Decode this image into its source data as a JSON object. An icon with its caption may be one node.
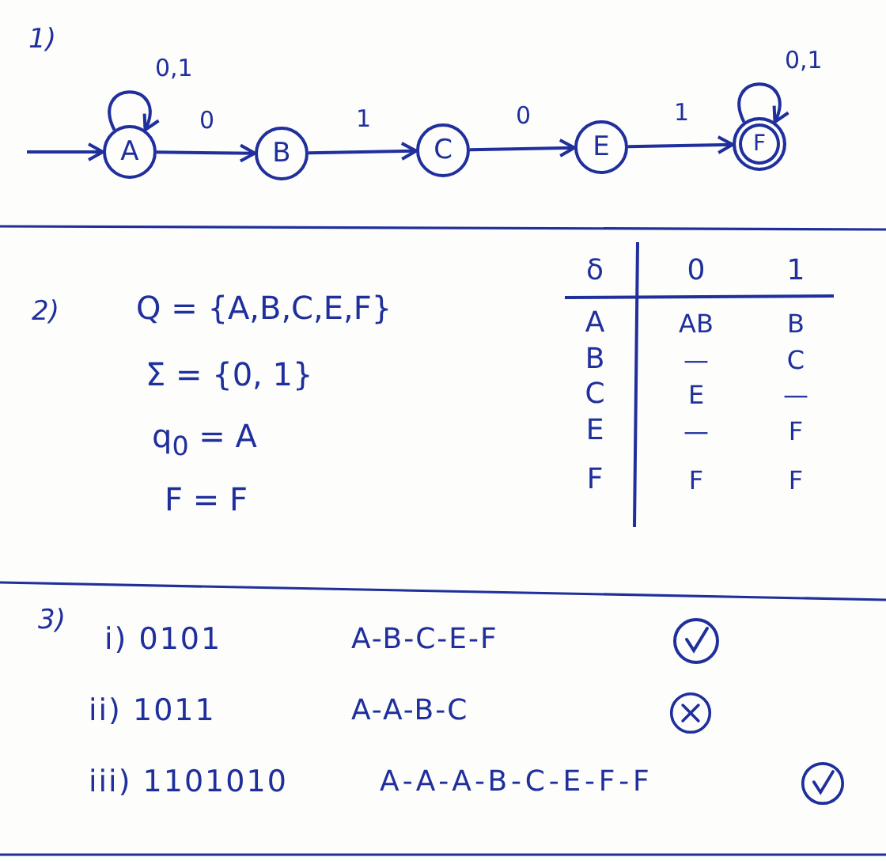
{
  "diagram": {
    "nodes": [
      {
        "text": [
          "A"
        ]
      },
      {
        "text": [
          "B"
        ]
      },
      {
        "text": [
          "C"
        ]
      },
      {
        "text": [
          "E"
        ]
      },
      {
        "text": [
          "F"
        ]
      }
    ],
    "edges": [
      {
        "from": null,
        "to": 0,
        "arrow": "to"
      },
      {
        "from": 0,
        "to": 0,
        "arrow": "to",
        "label": "0,1"
      },
      {
        "from": 0,
        "to": 1,
        "arrow": "to",
        "label": "0"
      },
      {
        "from": 1,
        "to": 2,
        "arrow": "to",
        "label": "1"
      },
      {
        "from": 2,
        "to": 3,
        "arrow": "to",
        "label": "0"
      },
      {
        "from": 3,
        "to": 4,
        "arrow": "to",
        "label": "1"
      },
      {
        "from": 4,
        "to": 4,
        "arrow": "to",
        "label": "0,1"
      }
    ],
    "labels": [
      "1)",
      "2)",
      "Q = {A,B,C,E,F}",
      "Σ = {0, 1}",
      "q$_{0}$ = A",
      "F = F",
      "δ",
      "0",
      "1",
      "A",
      "AB",
      "B",
      "B",
      "—",
      "C",
      "C",
      "E",
      "—",
      "E",
      "—",
      "F",
      "F",
      "F",
      "F",
      "3)",
      "i) 0101",
      "A-B-C-E-F",
      "ii) 1011",
      "A-A-B-C",
      "iii) 1101010",
      "A-A-A-B-C-E-F-F"
    ]
  }
}
